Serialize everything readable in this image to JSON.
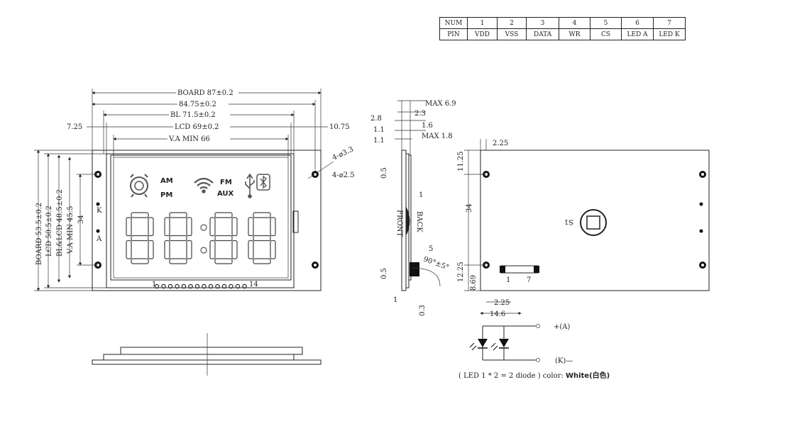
{
  "pin_table": {
    "rows": [
      [
        "NUM",
        "1",
        "2",
        "3",
        "4",
        "5",
        "6",
        "7"
      ],
      [
        "PIN",
        "VDD",
        "VSS",
        "DATA",
        "WR",
        "CS",
        "LED A",
        "LED K"
      ]
    ]
  },
  "front_view": {
    "dims_horizontal": {
      "board": "BOARD 87±0.2",
      "overall": "84.75±0.2",
      "bl": "BL 71.5±0.2",
      "lcd": "LCD 69±0.2",
      "va": "V.A MIN 66",
      "left_offset": "7.25",
      "right_offset": "10.75"
    },
    "dims_vertical": {
      "board": "BOARD 53.5±0.2",
      "lcd": "LCD 50.5±0.2",
      "bl_lcd": "BL&LCD 48.5±0.2",
      "va": "V.A MIN 45.5",
      "hole_pitch": "34"
    },
    "holes": {
      "large": "4-⌀3.3",
      "small": "4-⌀2.5"
    },
    "pin_labels": {
      "k": "K",
      "a": "A"
    },
    "connector_pins": {
      "first": "1",
      "last": "14"
    },
    "icons": {
      "alarm": "alarm-clock-icon",
      "wifi": "wifi-icon",
      "usb": "usb-icon",
      "bluetooth": "bluetooth-icon"
    },
    "text_labels": {
      "am": "AM",
      "pm": "PM",
      "fm": "FM",
      "aux": "AUX"
    }
  },
  "side_view": {
    "labels": {
      "max_69": "MAX 6.9",
      "d28": "2.8",
      "d23": "2.3",
      "d11a": "1.1",
      "d16": "1.6",
      "d11b": "1.1",
      "max_18": "MAX 1.8",
      "d05_top": "0.5",
      "d05_bottom": "0.5",
      "d1_top": "1",
      "d1_bottom": "1",
      "d5": "5",
      "d03": "0.3",
      "angle": "90°±5°",
      "front": "FRONT",
      "back": "BACK"
    }
  },
  "back_view": {
    "labels": {
      "d225_top": "2.25",
      "d1125": "11.25",
      "d34": "34",
      "d1225": "12.25",
      "d869": "8.69",
      "d225_bottom": "2.25",
      "d146": "14.6",
      "s1": "S1",
      "conn_pin_first": "1",
      "conn_pin_last": "7"
    }
  },
  "led_circuit": {
    "plus_a": "+(A)",
    "minus_k": "(K)—",
    "note_prefix": "( LED 1 * 2 = 2  diode ) color: ",
    "note_color": "White(白色)"
  }
}
